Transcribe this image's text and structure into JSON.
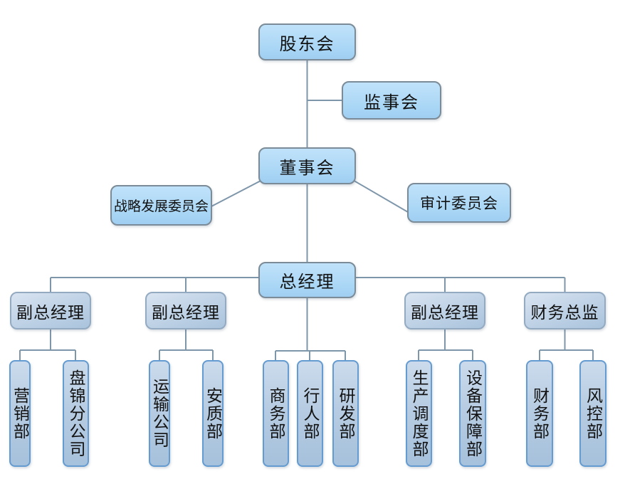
{
  "diagram": {
    "type": "org-chart",
    "language": "zh-CN"
  },
  "nodes": {
    "shareholders": {
      "label": "股东会",
      "level": 1
    },
    "supervisory": {
      "label": "监事会",
      "level": 1
    },
    "board": {
      "label": "董事会",
      "level": 1
    },
    "strategy_committee": {
      "label": "战略发展委员会",
      "level": 1
    },
    "audit_committee": {
      "label": "审计委员会",
      "level": 1
    },
    "general_manager": {
      "label": "总经理",
      "level": 1
    },
    "deputy_gm_1": {
      "label": "副总经理",
      "level": 2
    },
    "deputy_gm_2": {
      "label": "副总经理",
      "level": 2
    },
    "deputy_gm_3": {
      "label": "副总经理",
      "level": 2
    },
    "finance_director": {
      "label": "财务总监",
      "level": 2
    },
    "marketing": {
      "label": "营销部",
      "level": 3
    },
    "panjin_branch": {
      "label": "盘锦分公司",
      "level": 3
    },
    "transport": {
      "label": "运输公司",
      "level": 3
    },
    "safety_quality": {
      "label": "安质部",
      "level": 3
    },
    "commerce": {
      "label": "商务部",
      "level": 3
    },
    "admin_hr": {
      "label": "行人部",
      "level": 3
    },
    "rnd": {
      "label": "研发部",
      "level": 3
    },
    "production_dispatch": {
      "label": "生产调度部",
      "level": 3
    },
    "equipment_support": {
      "label": "设备保障部",
      "level": 3
    },
    "finance": {
      "label": "财务部",
      "level": 3
    },
    "risk_control": {
      "label": "风控部",
      "level": 3
    }
  },
  "edges": [
    [
      "shareholders",
      "supervisory"
    ],
    [
      "shareholders",
      "board"
    ],
    [
      "board",
      "strategy_committee"
    ],
    [
      "board",
      "audit_committee"
    ],
    [
      "board",
      "general_manager"
    ],
    [
      "general_manager",
      "deputy_gm_1"
    ],
    [
      "general_manager",
      "deputy_gm_2"
    ],
    [
      "general_manager",
      "deputy_gm_3"
    ],
    [
      "general_manager",
      "finance_director"
    ],
    [
      "deputy_gm_1",
      "marketing"
    ],
    [
      "deputy_gm_1",
      "panjin_branch"
    ],
    [
      "deputy_gm_2",
      "transport"
    ],
    [
      "deputy_gm_2",
      "safety_quality"
    ],
    [
      "general_manager",
      "commerce"
    ],
    [
      "general_manager",
      "admin_hr"
    ],
    [
      "general_manager",
      "rnd"
    ],
    [
      "deputy_gm_3",
      "production_dispatch"
    ],
    [
      "deputy_gm_3",
      "equipment_support"
    ],
    [
      "finance_director",
      "finance"
    ],
    [
      "finance_director",
      "risk_control"
    ]
  ],
  "colors": {
    "level1_fill": "#a9d6f5",
    "level1_border": "#7b8b97",
    "level2_fill": "#c2d4e7",
    "level2_border": "#93aac1",
    "dept_fill": "#b7cce2",
    "dept_border": "#649bd0",
    "connector": "#7e96aa",
    "text": "#111111",
    "background": "#ffffff"
  }
}
